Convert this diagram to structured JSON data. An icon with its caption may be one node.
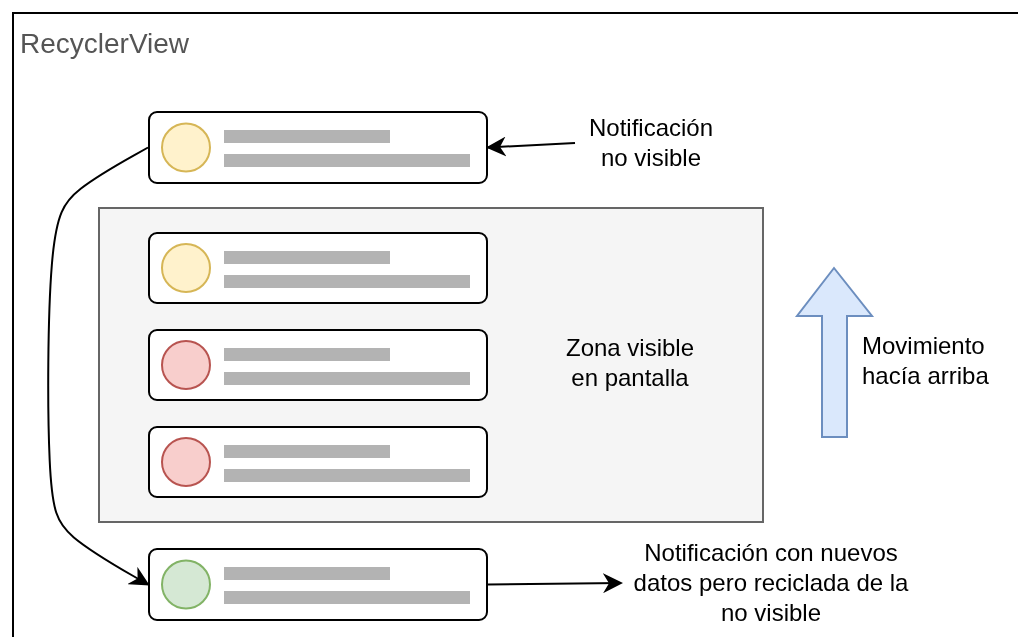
{
  "diagram": {
    "nodes": [
      {
        "text": [
          "RecyclerView"
        ]
      },
      {
        "text": [],
        "shape": "box",
        "in": 0
      },
      {
        "text": [
          "Zona visible en pantalla"
        ],
        "in": 0
      },
      {
        "text": [],
        "shape": "box",
        "in": 2
      },
      {
        "text": [],
        "shape": "box",
        "in": 2
      },
      {
        "text": [],
        "shape": "box",
        "in": 2
      },
      {
        "text": [],
        "shape": "box",
        "in": 0
      },
      {
        "text": [
          "Notificación no visible"
        ],
        "in": 0
      },
      {
        "text": [
          "Notificación con nuevos datos pero reciclada de la no visible"
        ],
        "in": 0
      }
    ],
    "edges": [
      {
        "from": 7,
        "to": 1,
        "arrow": "to"
      },
      {
        "from": 1,
        "to": 6,
        "arrow": "to"
      },
      {
        "from": 6,
        "to": 8,
        "arrow": "to"
      }
    ],
    "labels": [
      "Movimiento hacía arriba"
    ]
  }
}
